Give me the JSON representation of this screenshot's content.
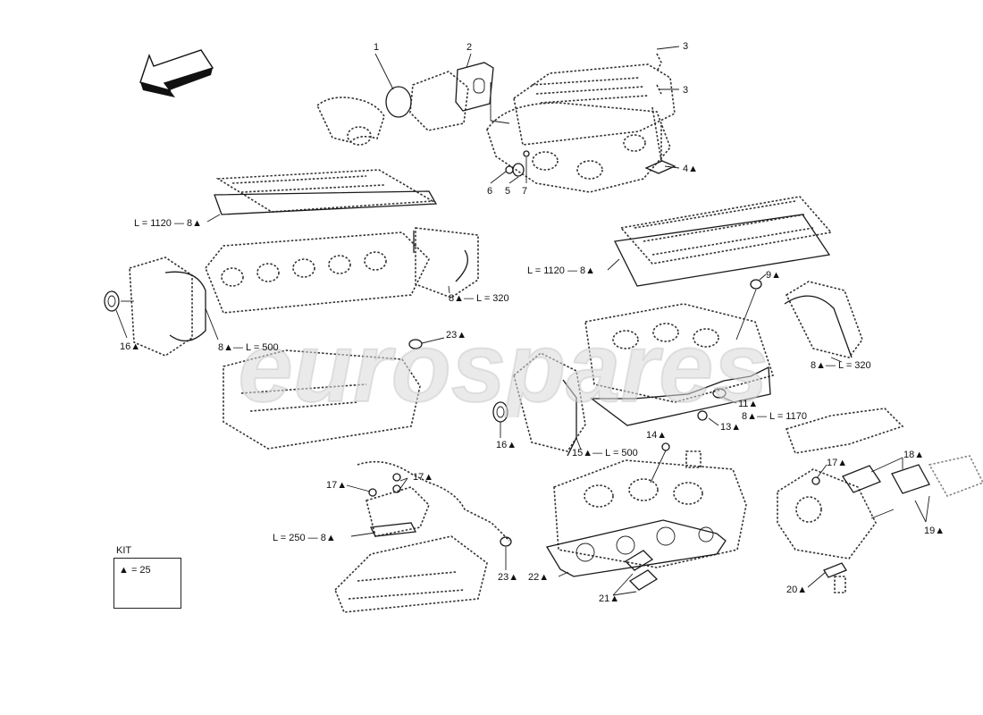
{
  "callouts": {
    "c1": "1",
    "c2": "2",
    "c3a": "3",
    "c3b": "3",
    "c4": "4▲",
    "c5": "5",
    "c6": "6",
    "c7": "7",
    "c8_1120_left": "L = 1120 — 8▲",
    "c8_1120_right": "L = 1120 — 8▲",
    "c8_320_left": "8▲— L = 320",
    "c8_500_left": "8▲— L = 500",
    "c9": "9▲",
    "c8_320_right": "8▲— L = 320",
    "c11": "11▲",
    "c8_1170": "8▲— L = 1170",
    "c13": "13▲",
    "c14": "14▲",
    "c15_500": "15▲— L = 500",
    "c16_left": "16▲",
    "c16_mid": "16▲",
    "c17_a": "17▲",
    "c17_b": "17▲",
    "c17_c": "17▲",
    "c18": "18▲",
    "c19": "19▲",
    "c20": "20▲",
    "c21": "21▲",
    "c22": "22▲",
    "c23_top": "23▲",
    "c23_bottom": "23▲",
    "c8_250": "L = 250 — 8▲"
  },
  "kit": {
    "title": "KIT",
    "legend": "▲ = 25"
  },
  "watermark": {
    "text": "eurospares",
    "color": "#d4d4d4"
  },
  "colors": {
    "line": "#1a1a1a",
    "dotted_part": "#333333"
  },
  "icons": {
    "direction_arrow": "front-direction-arrow-icon"
  }
}
